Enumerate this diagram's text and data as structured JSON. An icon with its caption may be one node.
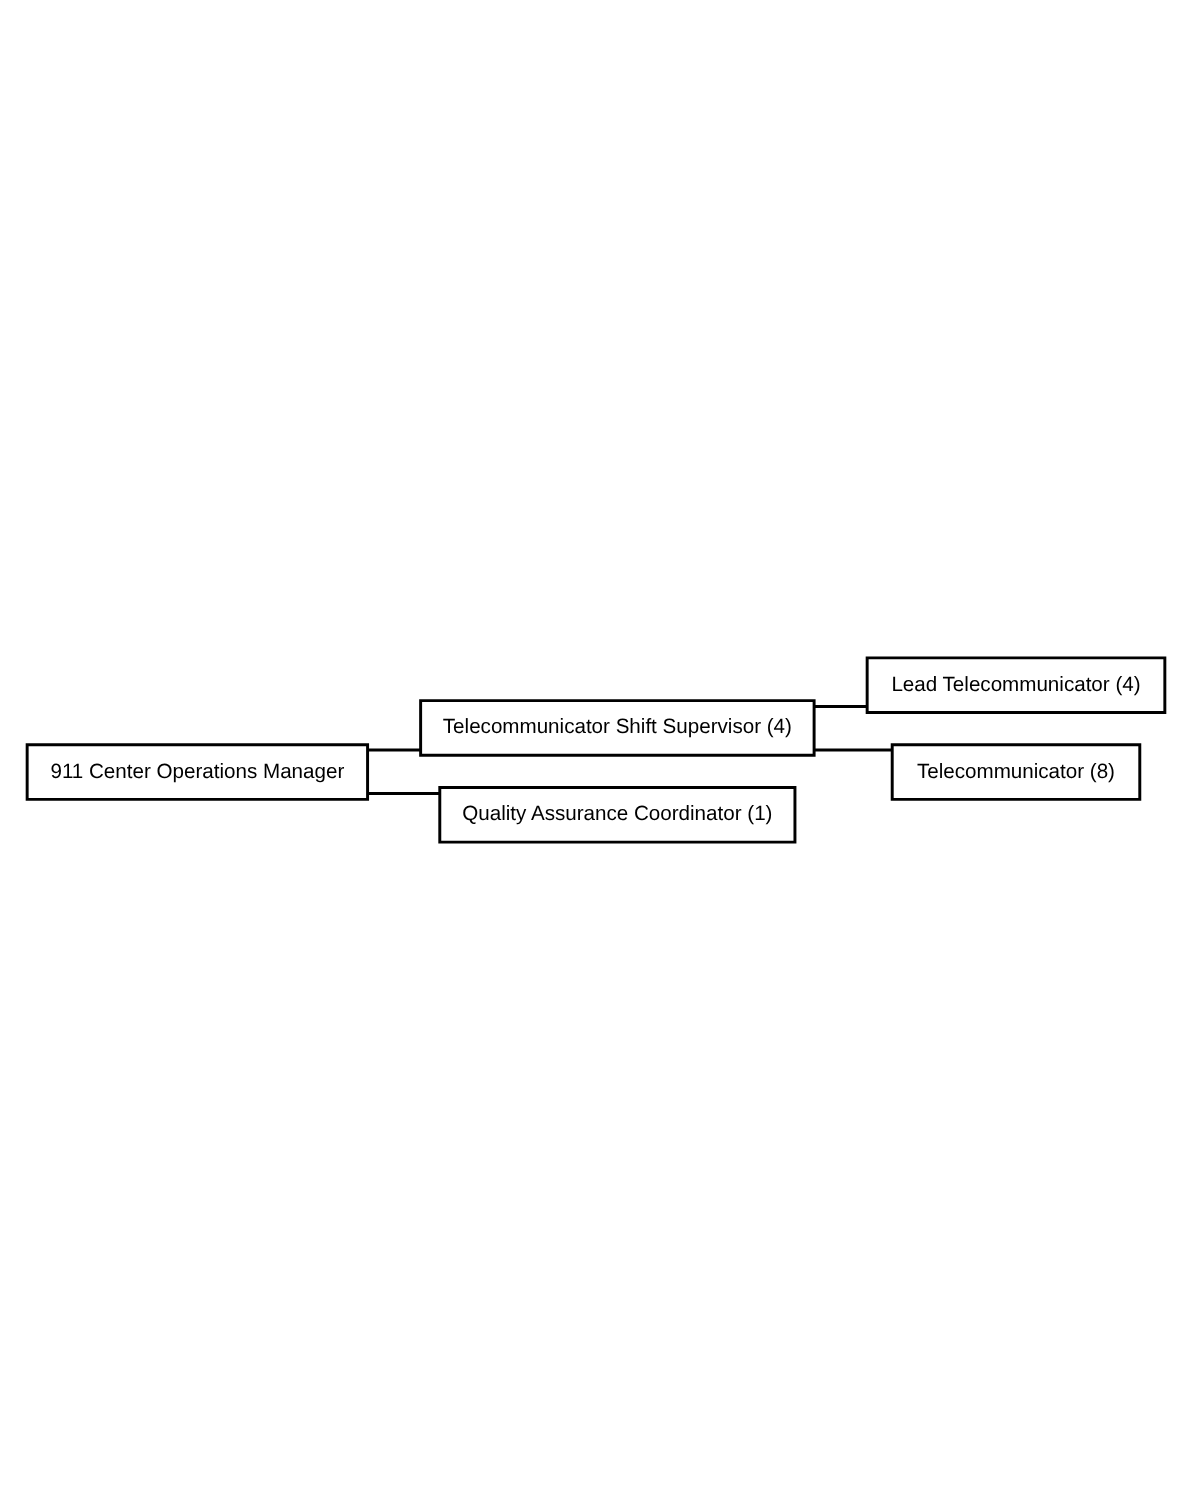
{
  "diagram": {
    "nodes": [
      {
        "text": [
          "911 Center Operations Manager"
        ]
      },
      {
        "text": [
          "Telecommunicator Shift Supervisor (4)"
        ]
      },
      {
        "text": [
          "Lead Telecommunicator (4)"
        ]
      },
      {
        "text": [
          "Telecommunicator (8)"
        ]
      },
      {
        "text": [
          "Quality Assurance Coordinator (1)"
        ]
      }
    ],
    "edges": [
      {
        "from": 0,
        "to": 1,
        "arrow": "none"
      },
      {
        "from": 1,
        "to": 2,
        "arrow": "none"
      },
      {
        "from": 1,
        "to": 3,
        "arrow": "none"
      },
      {
        "from": 0,
        "to": 4,
        "arrow": "none"
      }
    ]
  }
}
